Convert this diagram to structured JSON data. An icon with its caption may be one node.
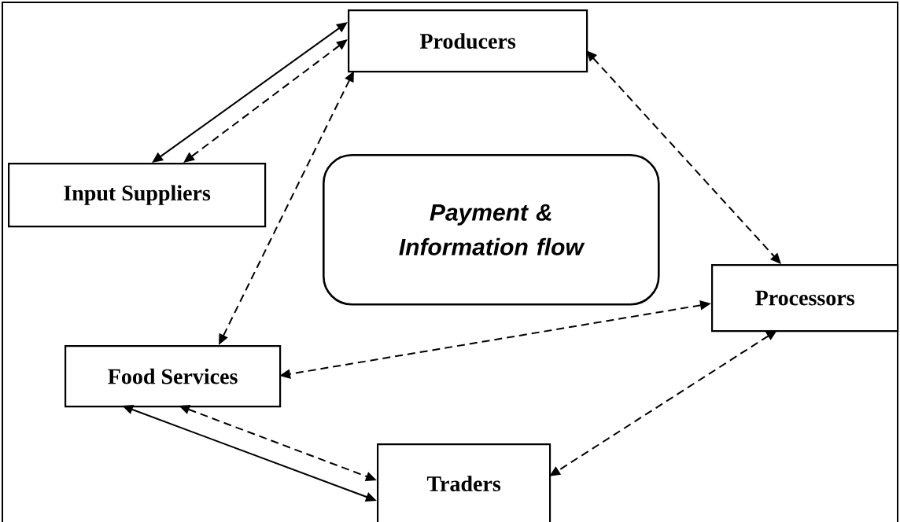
{
  "diagram": {
    "nodes": [
      {
        "text": [
          "Producers"
        ]
      },
      {
        "text": [
          "Input Suppliers"
        ]
      },
      {
        "text": [
          "Payment & Information flow"
        ]
      },
      {
        "text": [
          "Processors"
        ]
      },
      {
        "text": [
          "Food Services"
        ]
      },
      {
        "text": [
          "Traders"
        ]
      }
    ],
    "edges": [
      {
        "from": 0,
        "to": 1,
        "arrow": "both"
      },
      {
        "from": 0,
        "to": 1,
        "arrow": "both",
        "style": "dashed"
      },
      {
        "from": 0,
        "to": 4,
        "arrow": "both",
        "style": "dashed"
      },
      {
        "from": 0,
        "to": 3,
        "arrow": "both",
        "style": "dashed"
      },
      {
        "from": 3,
        "to": 4,
        "arrow": "both",
        "style": "dashed"
      },
      {
        "from": 3,
        "to": 5,
        "arrow": "both",
        "style": "dashed"
      },
      {
        "from": 4,
        "to": 5,
        "arrow": "both"
      },
      {
        "from": 4,
        "to": 5,
        "arrow": "both",
        "style": "dashed"
      }
    ]
  }
}
